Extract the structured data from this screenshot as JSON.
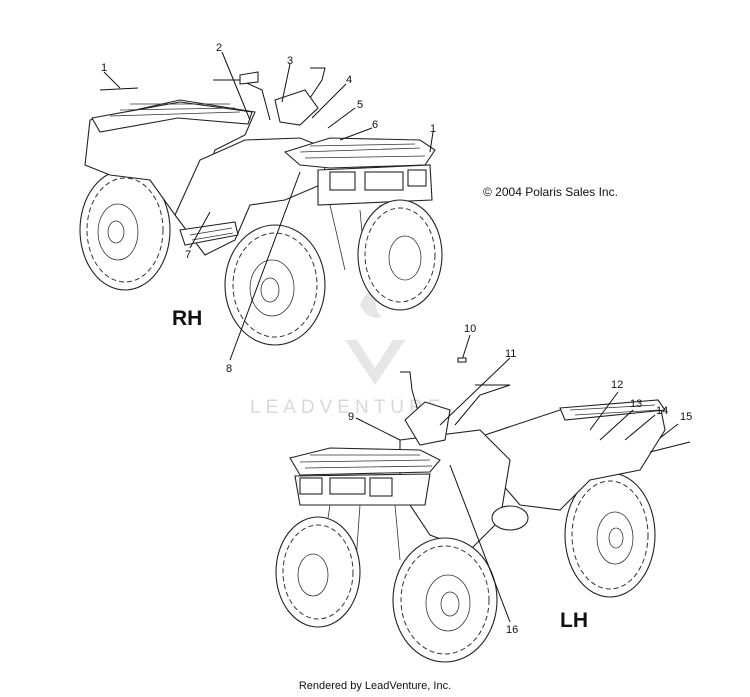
{
  "copyright": "© 2004 Polaris Sales Inc.",
  "footer": "Rendered by LeadVenture, Inc.",
  "watermark": "LEADVENTURE",
  "views": {
    "rh": {
      "label": "RH"
    },
    "lh": {
      "label": "LH"
    }
  },
  "callouts": {
    "c1a": "1",
    "c2": "2",
    "c3": "3",
    "c4": "4",
    "c5": "5",
    "c6": "6",
    "c1b": "1",
    "c7": "7",
    "c8": "8",
    "c10": "10",
    "c11": "11",
    "c9": "9",
    "c12": "12",
    "c13": "13",
    "c14": "14",
    "c15": "15",
    "c16": "16"
  }
}
